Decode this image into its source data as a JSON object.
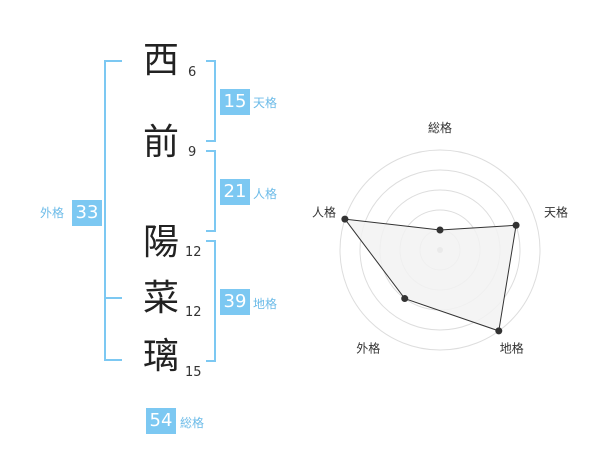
{
  "name": {
    "chars": [
      {
        "char": "西",
        "strokes": "6"
      },
      {
        "char": "前",
        "strokes": "9"
      },
      {
        "char": "陽",
        "strokes": "12"
      },
      {
        "char": "菜",
        "strokes": "12"
      },
      {
        "char": "璃",
        "strokes": "15"
      }
    ]
  },
  "fortunes": {
    "tenkaku": {
      "value": "15",
      "label": "天格"
    },
    "jinkaku": {
      "value": "21",
      "label": "人格"
    },
    "chikaku": {
      "value": "39",
      "label": "地格"
    },
    "gaikaku": {
      "value": "33",
      "label": "外格"
    },
    "soukaku": {
      "value": "54",
      "label": "総格"
    }
  },
  "chart_data": {
    "type": "radar",
    "axes": [
      "総格",
      "天格",
      "地格",
      "外格",
      "人格"
    ],
    "values": [
      1,
      4,
      5,
      3,
      5
    ],
    "rmax": 5,
    "colors": {
      "fill": "#f2f2f2",
      "line": "#333333",
      "grid": "#dddddd",
      "center": "#bbbbbb"
    }
  },
  "colors": {
    "accent": "#7cc8f2"
  }
}
